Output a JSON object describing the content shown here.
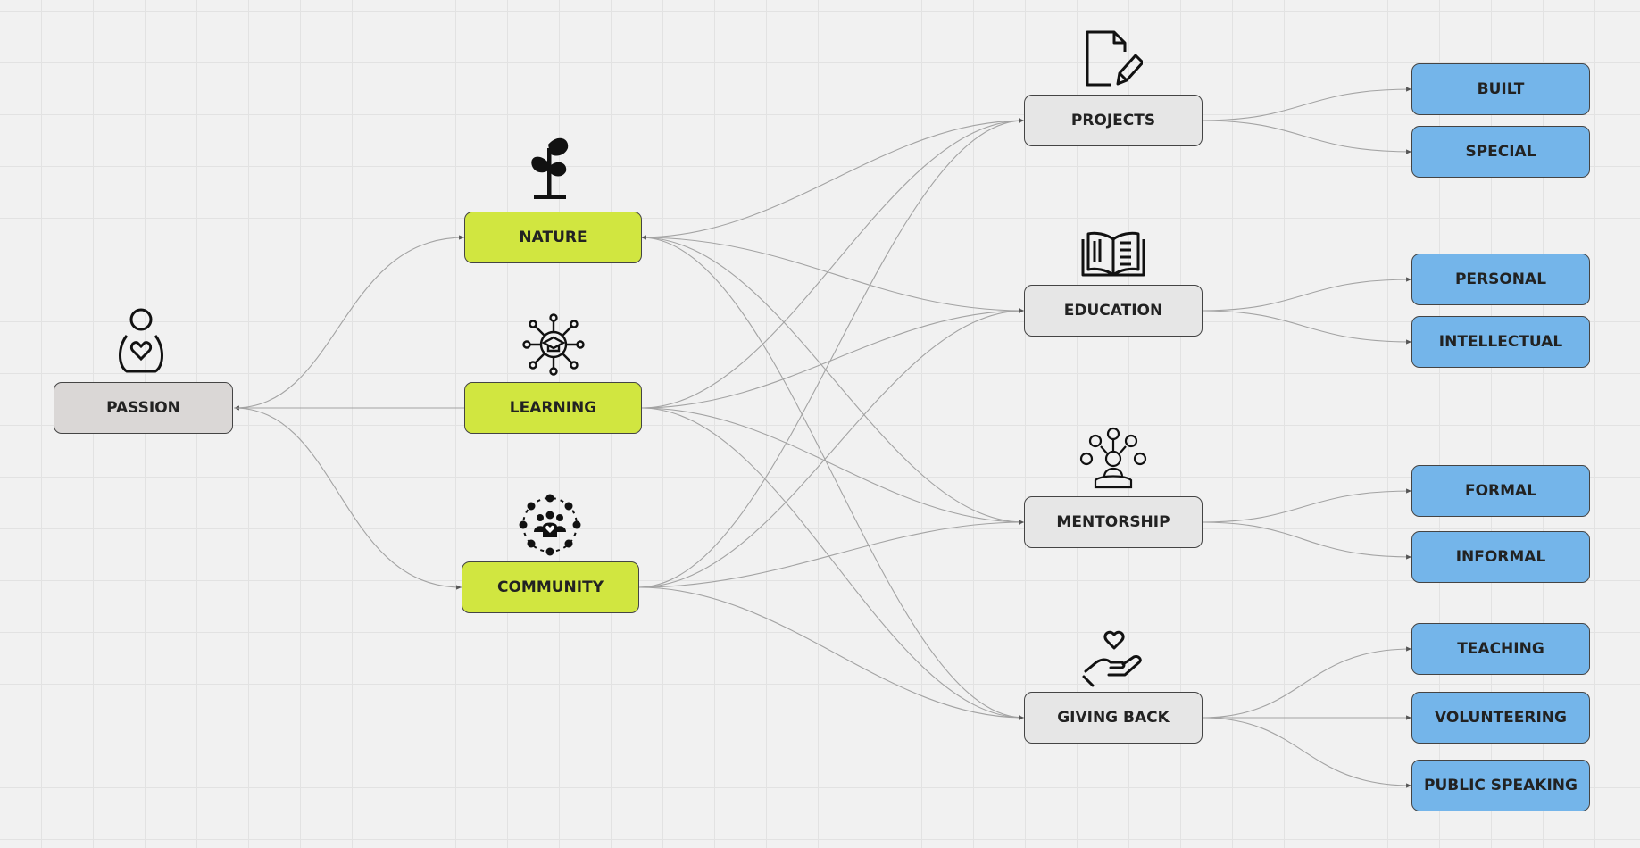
{
  "diagram": {
    "root": {
      "label": "PASSION",
      "icon": "person-heart-icon"
    },
    "categories": [
      {
        "label": "NATURE",
        "icon": "plant-sprout-icon"
      },
      {
        "label": "LEARNING",
        "icon": "graduation-network-icon"
      },
      {
        "label": "COMMUNITY",
        "icon": "community-circle-icon"
      }
    ],
    "activities": [
      {
        "label": "PROJECTS",
        "icon": "document-pencil-icon",
        "children": [
          "BUILT",
          "SPECIAL"
        ]
      },
      {
        "label": "EDUCATION",
        "icon": "open-book-icon",
        "children": [
          "PERSONAL",
          "INTELLECTUAL"
        ]
      },
      {
        "label": "MENTORSHIP",
        "icon": "mentor-network-icon",
        "children": [
          "FORMAL",
          "INFORMAL"
        ]
      },
      {
        "label": "GIVING BACK",
        "icon": "hand-heart-icon",
        "children": [
          "TEACHING",
          "VOLUNTEERING",
          "PUBLIC SPEAKING"
        ]
      }
    ],
    "colors": {
      "root": "#dad7d6",
      "category": "#d1e640",
      "activity": "#e6e6e6",
      "leaf": "#74b5ea",
      "connector": "#9a9a9a"
    }
  }
}
